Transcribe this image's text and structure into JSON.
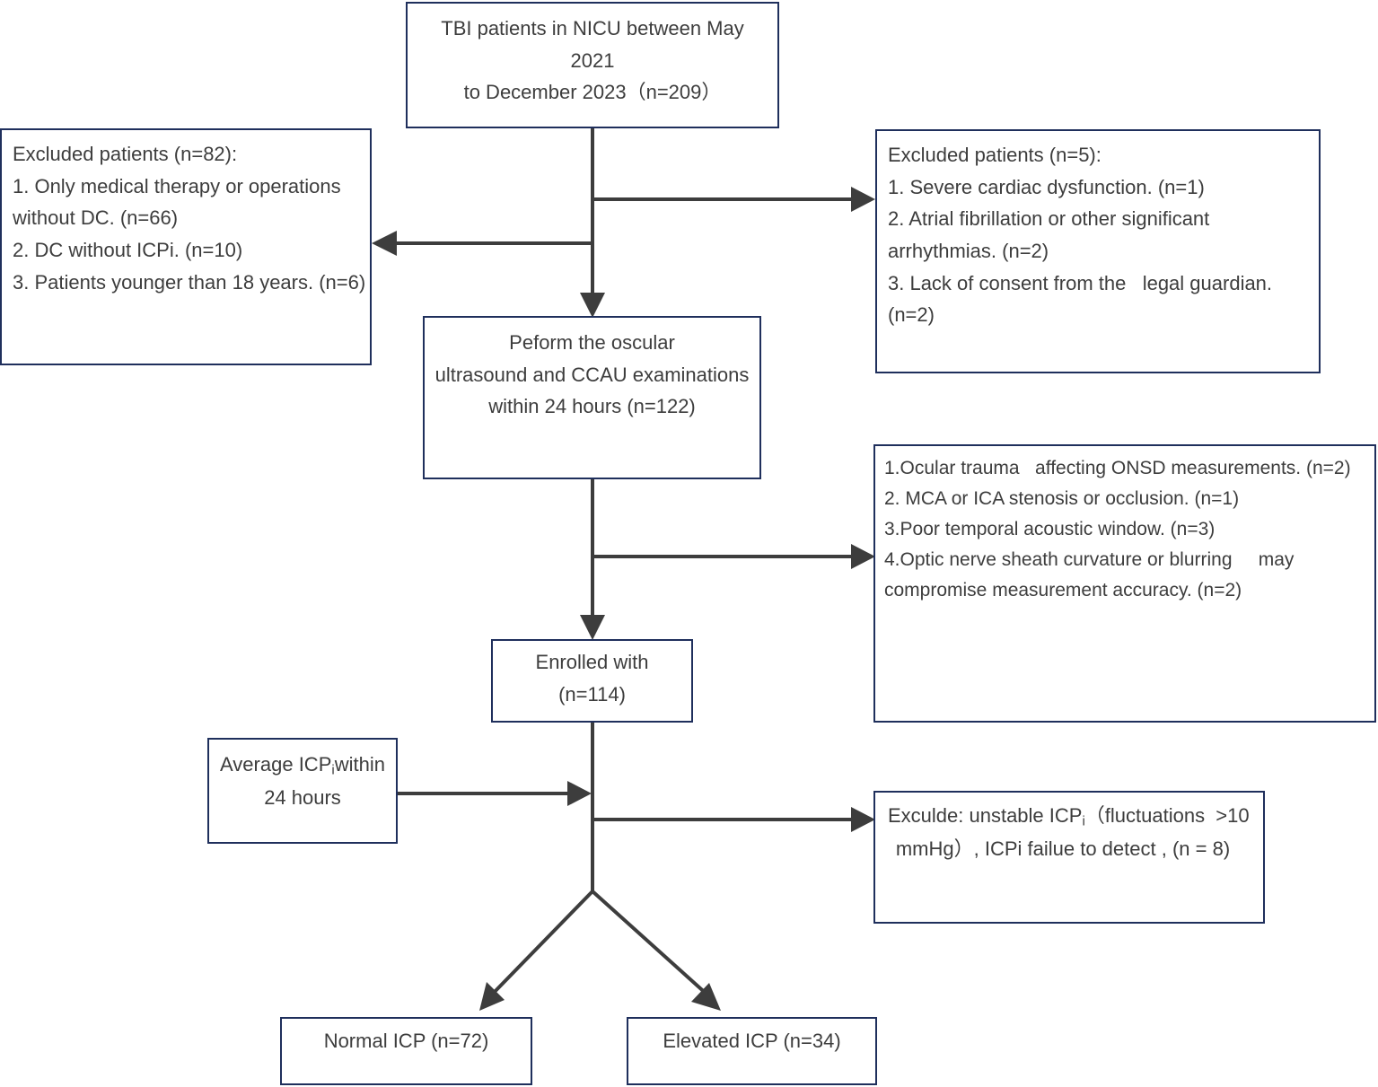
{
  "diagram": {
    "title": "Patient enrollment flow chart",
    "accent_color": "#1f2f5c",
    "text_color": "#3d3d3d",
    "arrow_color": "#3d3d3d",
    "background": "#ffffff"
  },
  "nodes": {
    "source": {
      "line1": "TBI patients in NICU between May 2021",
      "line2": "to December 2023（n=209）",
      "n": 209
    },
    "excluded_left": {
      "line1": "Excluded patients (n=82):",
      "line2": "1. Only medical therapy or operations",
      "line3": "without DC. (n=66)",
      "line4": "2. DC without ICPi. (n=10)",
      "line5": "3. Patients younger than 18 years. (n=6)",
      "n": 82
    },
    "excluded_right_top": {
      "line1": "Excluded patients (n=5):",
      "line2": "1. Severe cardiac dysfunction. (n=1)",
      "line3": "2. Atrial fibrillation or other significant",
      "line4": "arrhythmias. (n=2)",
      "line5": "3. Lack of consent from the   legal guardian.",
      "line6": "(n=2)",
      "n": 5
    },
    "perform": {
      "line1": "Peform the oscular",
      "line2": "ultrasound and CCAU examinations",
      "line3": "within 24 hours (n=122)",
      "n": 122
    },
    "excluded_right_mid": {
      "line1": "1.Ocular trauma   affecting ONSD measurements. (n=2)",
      "line2": "2. MCA or ICA stenosis or occlusion. (n=1)",
      "line3": "3.Poor temporal acoustic window. (n=3)",
      "line4": "4.Optic nerve sheath curvature or blurring     may",
      "line5": "compromise measurement accuracy. (n=2)"
    },
    "enrolled": {
      "line1": "Enrolled with",
      "line2": "(n=114)",
      "n": 114
    },
    "average_icp": {
      "line1_a": "Average ICP",
      "line1_sub": "i",
      "line1_b": "within",
      "line2": "24 hours"
    },
    "excluded_right_bottom": {
      "line1_a": "Exculde: unstable ICP",
      "line1_sub": "i",
      "line1_b": "（fluctuations  >10",
      "line2": "mmHg）, ICPi failue to detect , (n = 8)",
      "n": 8
    },
    "normal_icp": {
      "label": "Normal ICP (n=72)",
      "n": 72
    },
    "elevated_icp": {
      "label": "Elevated ICP (n=34)",
      "n": 34
    }
  }
}
